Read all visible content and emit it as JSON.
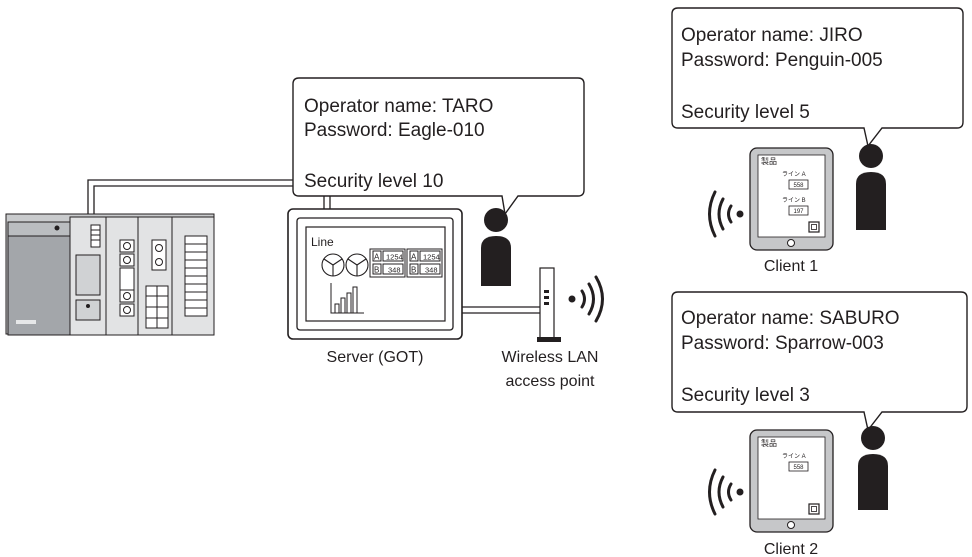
{
  "server": {
    "bubble": {
      "operator": "Operator name: TARO",
      "password": "Password: Eagle-010",
      "level": "Security level 10"
    },
    "screen": {
      "title": "Line",
      "cells": [
        {
          "key": "A",
          "value": "1254"
        },
        {
          "key": "A",
          "value": "1254"
        },
        {
          "key": "B",
          "value": "348"
        },
        {
          "key": "B",
          "value": "348"
        }
      ]
    },
    "caption": "Server (GOT)"
  },
  "access_point": {
    "caption_line1": "Wireless LAN",
    "caption_line2": "access point"
  },
  "client1": {
    "bubble": {
      "operator": "Operator name: JIRO",
      "password": "Password: Penguin-005",
      "level": "Security level 5"
    },
    "tablet": {
      "heading": "製品",
      "line_a_label": "ライン A",
      "line_a_value": "558",
      "line_b_label": "ライン B",
      "line_b_value": "197"
    },
    "caption": "Client 1"
  },
  "client2": {
    "bubble": {
      "operator": "Operator name: SABURO",
      "password": "Password: Sparrow-003",
      "level": "Security level 3"
    },
    "tablet": {
      "heading": "製品",
      "line_a_label": "ライン A",
      "line_a_value": "558"
    },
    "caption": "Client 2"
  },
  "colors": {
    "stroke": "#231f20",
    "plc_dark": "#9b9ea2",
    "plc_light": "#d4d6d8",
    "tablet_fill": "#c6c7c9"
  }
}
